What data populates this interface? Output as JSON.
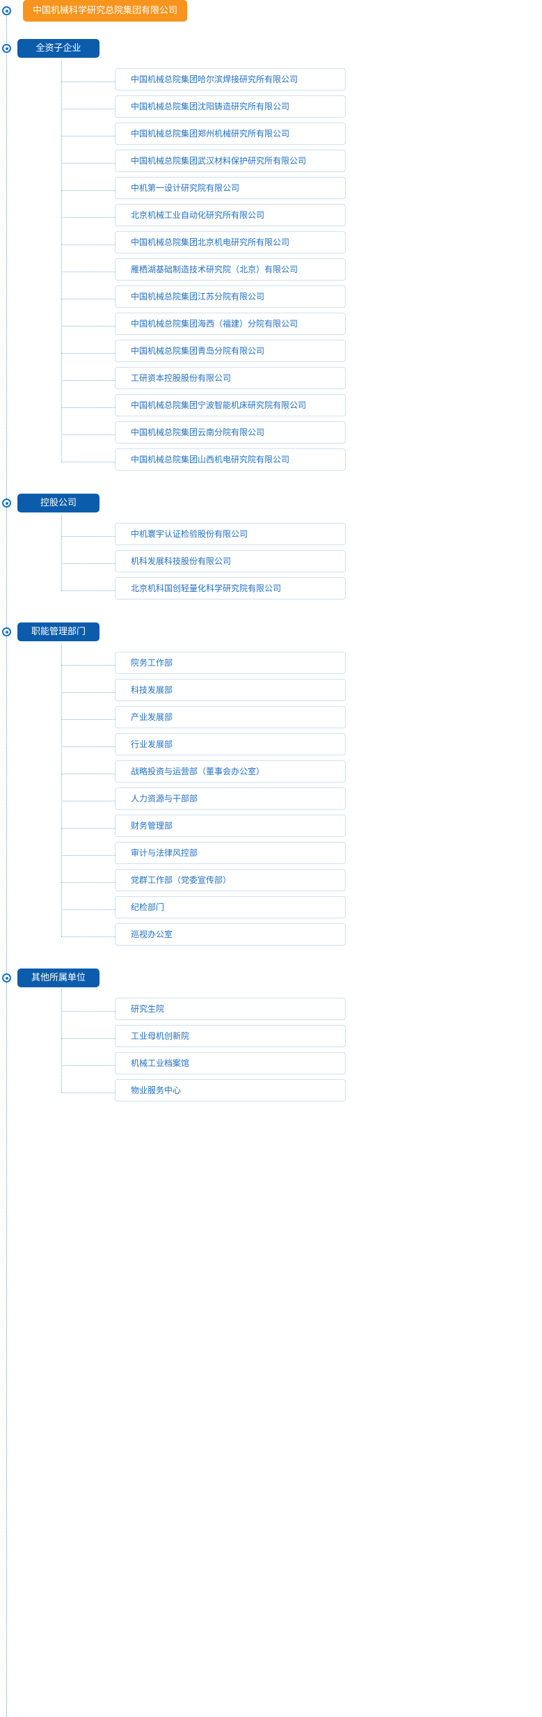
{
  "colors": {
    "root_bg": "#f7941d",
    "group_bg": "#0b5cab",
    "leaf_text": "#1f6fc4",
    "leaf_border": "#cfe1f2",
    "line": "#7fb2dd",
    "marker": "#1573c6"
  },
  "root": {
    "label": "中国机械科学研究总院集团有限公司"
  },
  "groups": [
    {
      "label": "全资子企业",
      "items": [
        "中国机械总院集团哈尔滨焊接研究所有限公司",
        "中国机械总院集团沈阳铸造研究所有限公司",
        "中国机械总院集团郑州机械研究所有限公司",
        "中国机械总院集团武汉材料保护研究所有限公司",
        "中机第一设计研究院有限公司",
        "北京机械工业自动化研究所有限公司",
        "中国机械总院集团北京机电研究所有限公司",
        "雁栖湖基础制造技术研究院（北京）有限公司",
        "中国机械总院集团江苏分院有限公司",
        "中国机械总院集团海西（福建）分院有限公司",
        "中国机械总院集团青岛分院有限公司",
        "工研资本控股股份有限公司",
        "中国机械总院集团宁波智能机床研究院有限公司",
        "中国机械总院集团云南分院有限公司",
        "中国机械总院集团山西机电研究院有限公司"
      ]
    },
    {
      "label": "控股公司",
      "items": [
        "中机寰宇认证检验股份有限公司",
        "机科发展科技股份有限公司",
        "北京机科国创轻量化科学研究院有限公司"
      ]
    },
    {
      "label": "职能管理部门",
      "items": [
        "院务工作部",
        "科技发展部",
        "产业发展部",
        "行业发展部",
        "战略投资与运营部（董事会办公室）",
        "人力资源与干部部",
        "财务管理部",
        "审计与法律风控部",
        "党群工作部（党委宣传部）",
        "纪检部门",
        "巡视办公室"
      ]
    },
    {
      "label": "其他所属单位",
      "items": [
        "研究生院",
        "工业母机创新院",
        "机械工业档案馆",
        "物业服务中心"
      ]
    }
  ]
}
